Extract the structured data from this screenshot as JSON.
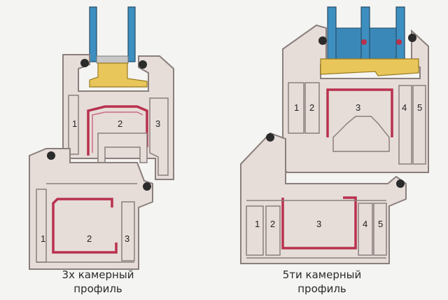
{
  "left_profile": {
    "caption_line1": "3х камерный",
    "caption_line2": "профиль",
    "frame_chambers": [
      "1",
      "2",
      "3"
    ],
    "sash_chambers": [
      "1",
      "2",
      "3"
    ]
  },
  "right_profile": {
    "caption_line1": "5ти камерный",
    "caption_line2": "профиль",
    "frame_chambers": [
      "1",
      "2",
      "3",
      "4",
      "5"
    ],
    "sash_chambers": [
      "1",
      "2",
      "3",
      "4",
      "5"
    ]
  },
  "colors": {
    "background": "#f4f4f2",
    "pvc_fill": "#e6dcd8",
    "pvc_outline": "#8a7f7c",
    "steel_reinforcement": "#b8314e",
    "glass": "#3d8fc0",
    "glazing_bead": "#e8c65a",
    "seal": "#2b2b2b"
  }
}
